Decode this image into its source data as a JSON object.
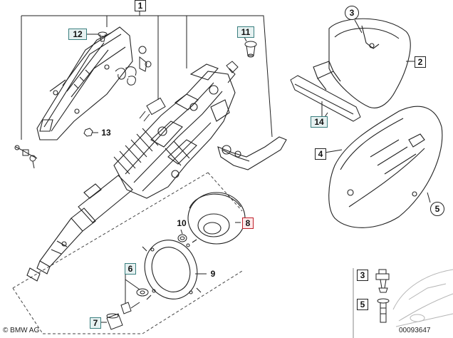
{
  "callouts": {
    "c1": "1",
    "c2": "2",
    "c3": "3",
    "c4": "4",
    "c5": "5",
    "c6": "6",
    "c7": "7",
    "c8": "8",
    "c9": "9",
    "c10": "10",
    "c11": "11",
    "c12": "12",
    "c13": "13",
    "c14": "14",
    "legend3": "3",
    "legend5": "5"
  },
  "footer": {
    "brand": "© BMW AG",
    "diagram_number": "00093647"
  },
  "colors": {
    "line": "#222222",
    "teal_box": "#3a7f7f",
    "red_box": "#c0202a",
    "car_sketch": "#b5b5b5"
  }
}
